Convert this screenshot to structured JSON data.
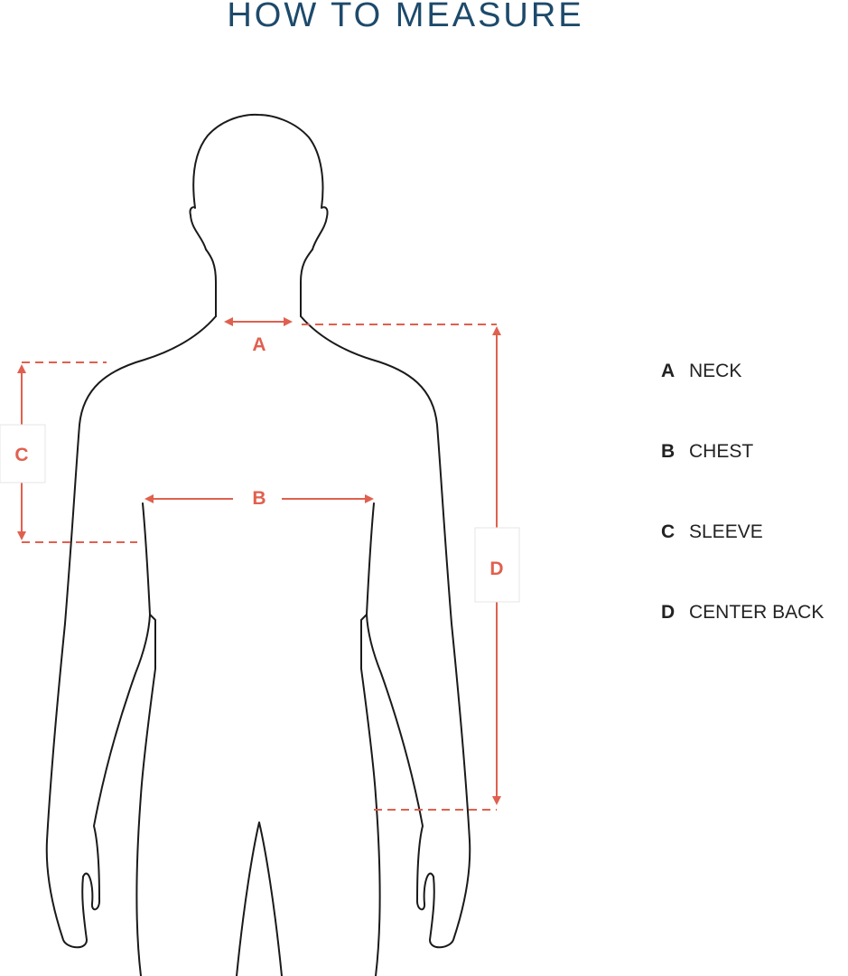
{
  "title": "HOW TO MEASURE",
  "colors": {
    "title": "#1d4a6b",
    "measure_lines": "#e0604f",
    "body_outline": "#1a1a1a",
    "label_box_border": "#e6e6e6"
  },
  "diagram_labels": {
    "a": "A",
    "b": "B",
    "c": "C",
    "d": "D"
  },
  "legend": [
    {
      "letter": "A",
      "label": "NECK"
    },
    {
      "letter": "B",
      "label": "CHEST"
    },
    {
      "letter": "C",
      "label": "SLEEVE"
    },
    {
      "letter": "D",
      "label": "CENTER BACK"
    }
  ]
}
